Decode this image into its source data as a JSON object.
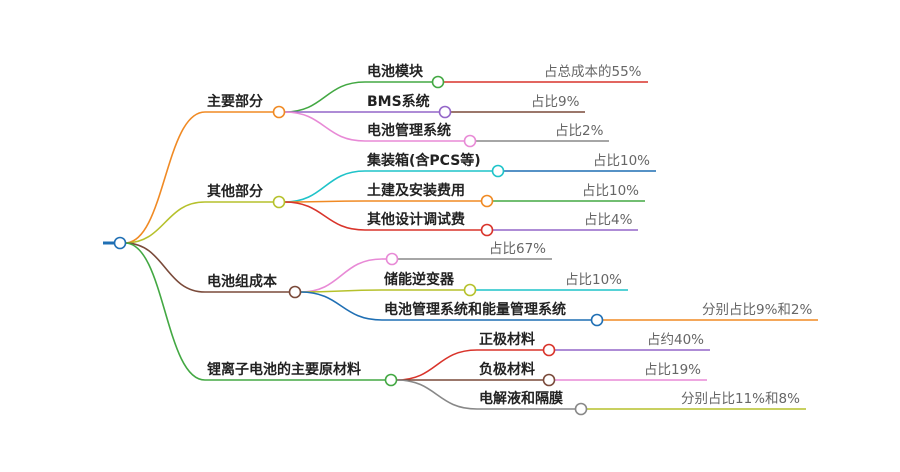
{
  "palette": [
    "#f08a24",
    "#b6c12c",
    "#7a4a3a",
    "#43a843"
  ],
  "root": {
    "label": ""
  },
  "branches": [
    {
      "label": "主要部分",
      "color": "#f08a24",
      "children": [
        {
          "label": "电池模块",
          "color": "#43a843",
          "note": "占总成本的55%",
          "noteColor": "#d9342b"
        },
        {
          "label": "BMS系统",
          "color": "#9466c8",
          "note": "占比9%",
          "noteColor": "#7a4a3a"
        },
        {
          "label": "电池管理系统",
          "color": "#e88ad6",
          "note": "占比2%",
          "noteColor": "#888888"
        }
      ]
    },
    {
      "label": "其他部分",
      "color": "#b6c12c",
      "children": [
        {
          "label": "集装箱(含PCS等)",
          "color": "#1fc3c9",
          "note": "占比10%",
          "noteColor": "#1f6fb4"
        },
        {
          "label": "土建及安装费用",
          "color": "#f08a24",
          "note": "占比10%",
          "noteColor": "#43a843"
        },
        {
          "label": "其他设计调试费",
          "color": "#d9342b",
          "note": "占比4%",
          "noteColor": "#9466c8"
        }
      ]
    },
    {
      "label": "电池组成本",
      "color": "#7a4a3a",
      "children": [
        {
          "label": "",
          "color": "#e88ad6",
          "note": "占比67%",
          "noteColor": "#888888"
        },
        {
          "label": "储能逆变器",
          "color": "#b6c12c",
          "note": "占比10%",
          "noteColor": "#1fc3c9"
        },
        {
          "label": "电池管理系统和能量管理系统",
          "color": "#1f6fb4",
          "note": "分别占比9%和2%",
          "noteColor": "#f08a24"
        }
      ]
    },
    {
      "label": "锂离子电池的主要原材料",
      "color": "#43a843",
      "children": [
        {
          "label": "正极材料",
          "color": "#d9342b",
          "note": "占约40%",
          "noteColor": "#9466c8"
        },
        {
          "label": "负极材料",
          "color": "#7a4a3a",
          "note": "占比19%",
          "noteColor": "#e88ad6"
        },
        {
          "label": "电解液和隔膜",
          "color": "#888888",
          "note": "分别占比11%和8%",
          "noteColor": "#b6c12c"
        }
      ]
    }
  ]
}
